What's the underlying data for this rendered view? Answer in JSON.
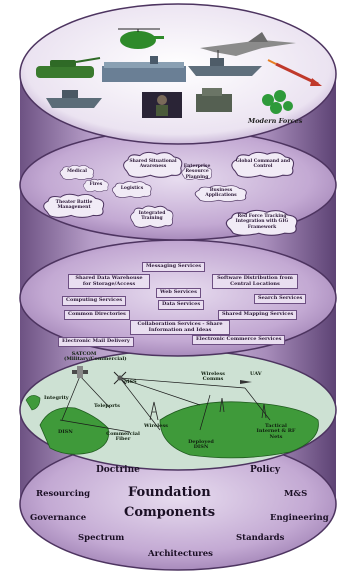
{
  "colors": {
    "cylinder_body": "#8a6d9e",
    "cylinder_light": "#d8c8e4",
    "disk_fill": "#c3a9d3",
    "disk_rim": "#5a3f70",
    "service_box": "#e9def0",
    "cloud_fill": "#f1ebf6",
    "land_green": "#3f9a3a",
    "sea": "#cfe3d6"
  },
  "layers": {
    "platforms": {
      "caption": "Modern Forces",
      "icons": [
        "helicopter-icon",
        "tank-icon",
        "fighter-jet-icon",
        "aircraft-carrier-icon",
        "warship-icon",
        "missile-icon",
        "soldier-icon",
        "destroyer-icon",
        "ground-vehicle-icon",
        "clover-icon"
      ]
    },
    "applications": {
      "clouds": [
        "Shared Situational Awareness",
        "Medical",
        "Theater Battle Management",
        "Enterprise Resource Planning",
        "Global Command and Control",
        "Logistics",
        "Business Applications",
        "Integrated Training",
        "Fires",
        "Red Force Tracking Integration with GIG Framework"
      ]
    },
    "services": {
      "items": [
        "Messaging Services",
        "Shared Data Warehouse for Storage/Access",
        "Software Distribution from Central Locations",
        "Web Services",
        "Computing Services",
        "Data Services",
        "Search Services",
        "Common Directories",
        "Shared Mapping Services",
        "Collaboration Services - Share Information and Ideas",
        "Electronic Mail Delivery",
        "Electronic Commerce Services"
      ]
    },
    "network": {
      "labels": [
        "SATCOM (Military/Commercial)",
        "MSS",
        "Wireless Comms",
        "UAV",
        "Teleports",
        "Integrity",
        "Wireless",
        "Commercial Fiber",
        "DISN",
        "Deployed DISN",
        "Tactical Internet & RF Nets"
      ]
    },
    "foundation": {
      "center": [
        "Foundation",
        "Components"
      ],
      "items": [
        "Doctrine",
        "Policy",
        "Resourcing",
        "M&S",
        "Governance",
        "Engineering",
        "Spectrum",
        "Standards",
        "Architectures"
      ]
    }
  }
}
